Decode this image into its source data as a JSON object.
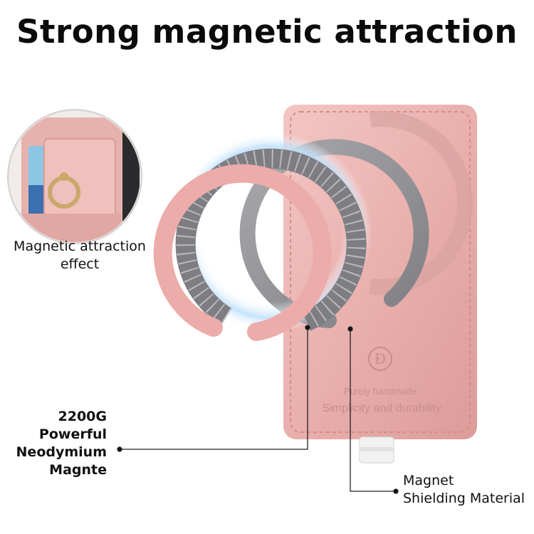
{
  "headline": "Strong magnetic attraction",
  "inset": {
    "label_lines": [
      "Magnetic attraction",
      "effect"
    ]
  },
  "card": {
    "logo_mark": "Ð",
    "tagline_small": "Purely handmade",
    "tagline_large": "Simplicity and durability",
    "color": "#e9b1ae"
  },
  "callouts": {
    "magnet_lines": [
      "2200G",
      "Powerful",
      "Neodymium",
      "Magnte"
    ],
    "shield_lines": [
      "Magnet",
      "Shielding Material"
    ]
  },
  "colors": {
    "pink_ring": "#ecaca9",
    "grey_ring": "#8f8f92",
    "glow": "#a9d4f5",
    "strap": "#f2f2f2"
  }
}
